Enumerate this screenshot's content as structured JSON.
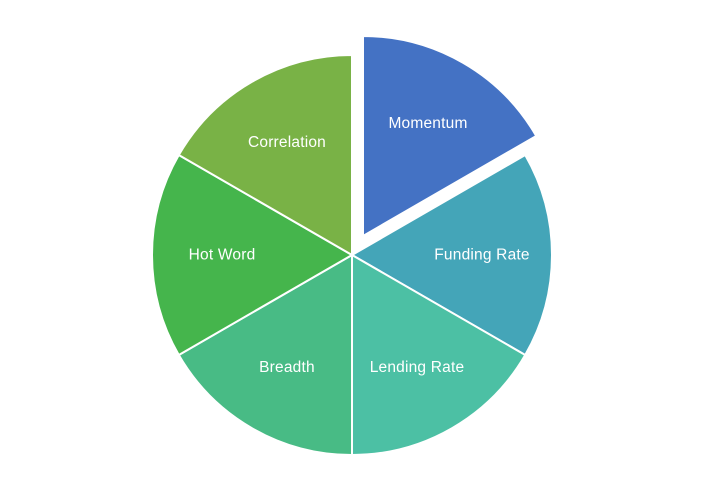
{
  "chart_data": {
    "type": "pie",
    "title": "",
    "legend_position": "none",
    "start_angle_deg": 0,
    "direction": "clockwise",
    "label_placement": "inside",
    "label_color": "#ffffff",
    "background": "#ffffff",
    "slice_border_color": "#ffffff",
    "exploded_slice": "Momentum",
    "categories": [
      "Momentum",
      "Funding Rate",
      "Lending Rate",
      "Breadth",
      "Hot Word",
      "Correlation"
    ],
    "values": [
      16.67,
      16.67,
      16.67,
      16.67,
      16.67,
      16.67
    ],
    "series": [
      {
        "label": "Momentum",
        "value": 16.67,
        "color": "#4472c4",
        "exploded": true
      },
      {
        "label": "Funding Rate",
        "value": 16.67,
        "color": "#44a5b8",
        "exploded": false
      },
      {
        "label": "Lending Rate",
        "value": 16.67,
        "color": "#4cc0a4",
        "exploded": false
      },
      {
        "label": "Breadth",
        "value": 16.67,
        "color": "#48bb85",
        "exploded": false
      },
      {
        "label": "Hot Word",
        "value": 16.67,
        "color": "#45b54c",
        "exploded": false
      },
      {
        "label": "Correlation",
        "value": 16.67,
        "color": "#79b246",
        "exploded": false
      }
    ]
  }
}
